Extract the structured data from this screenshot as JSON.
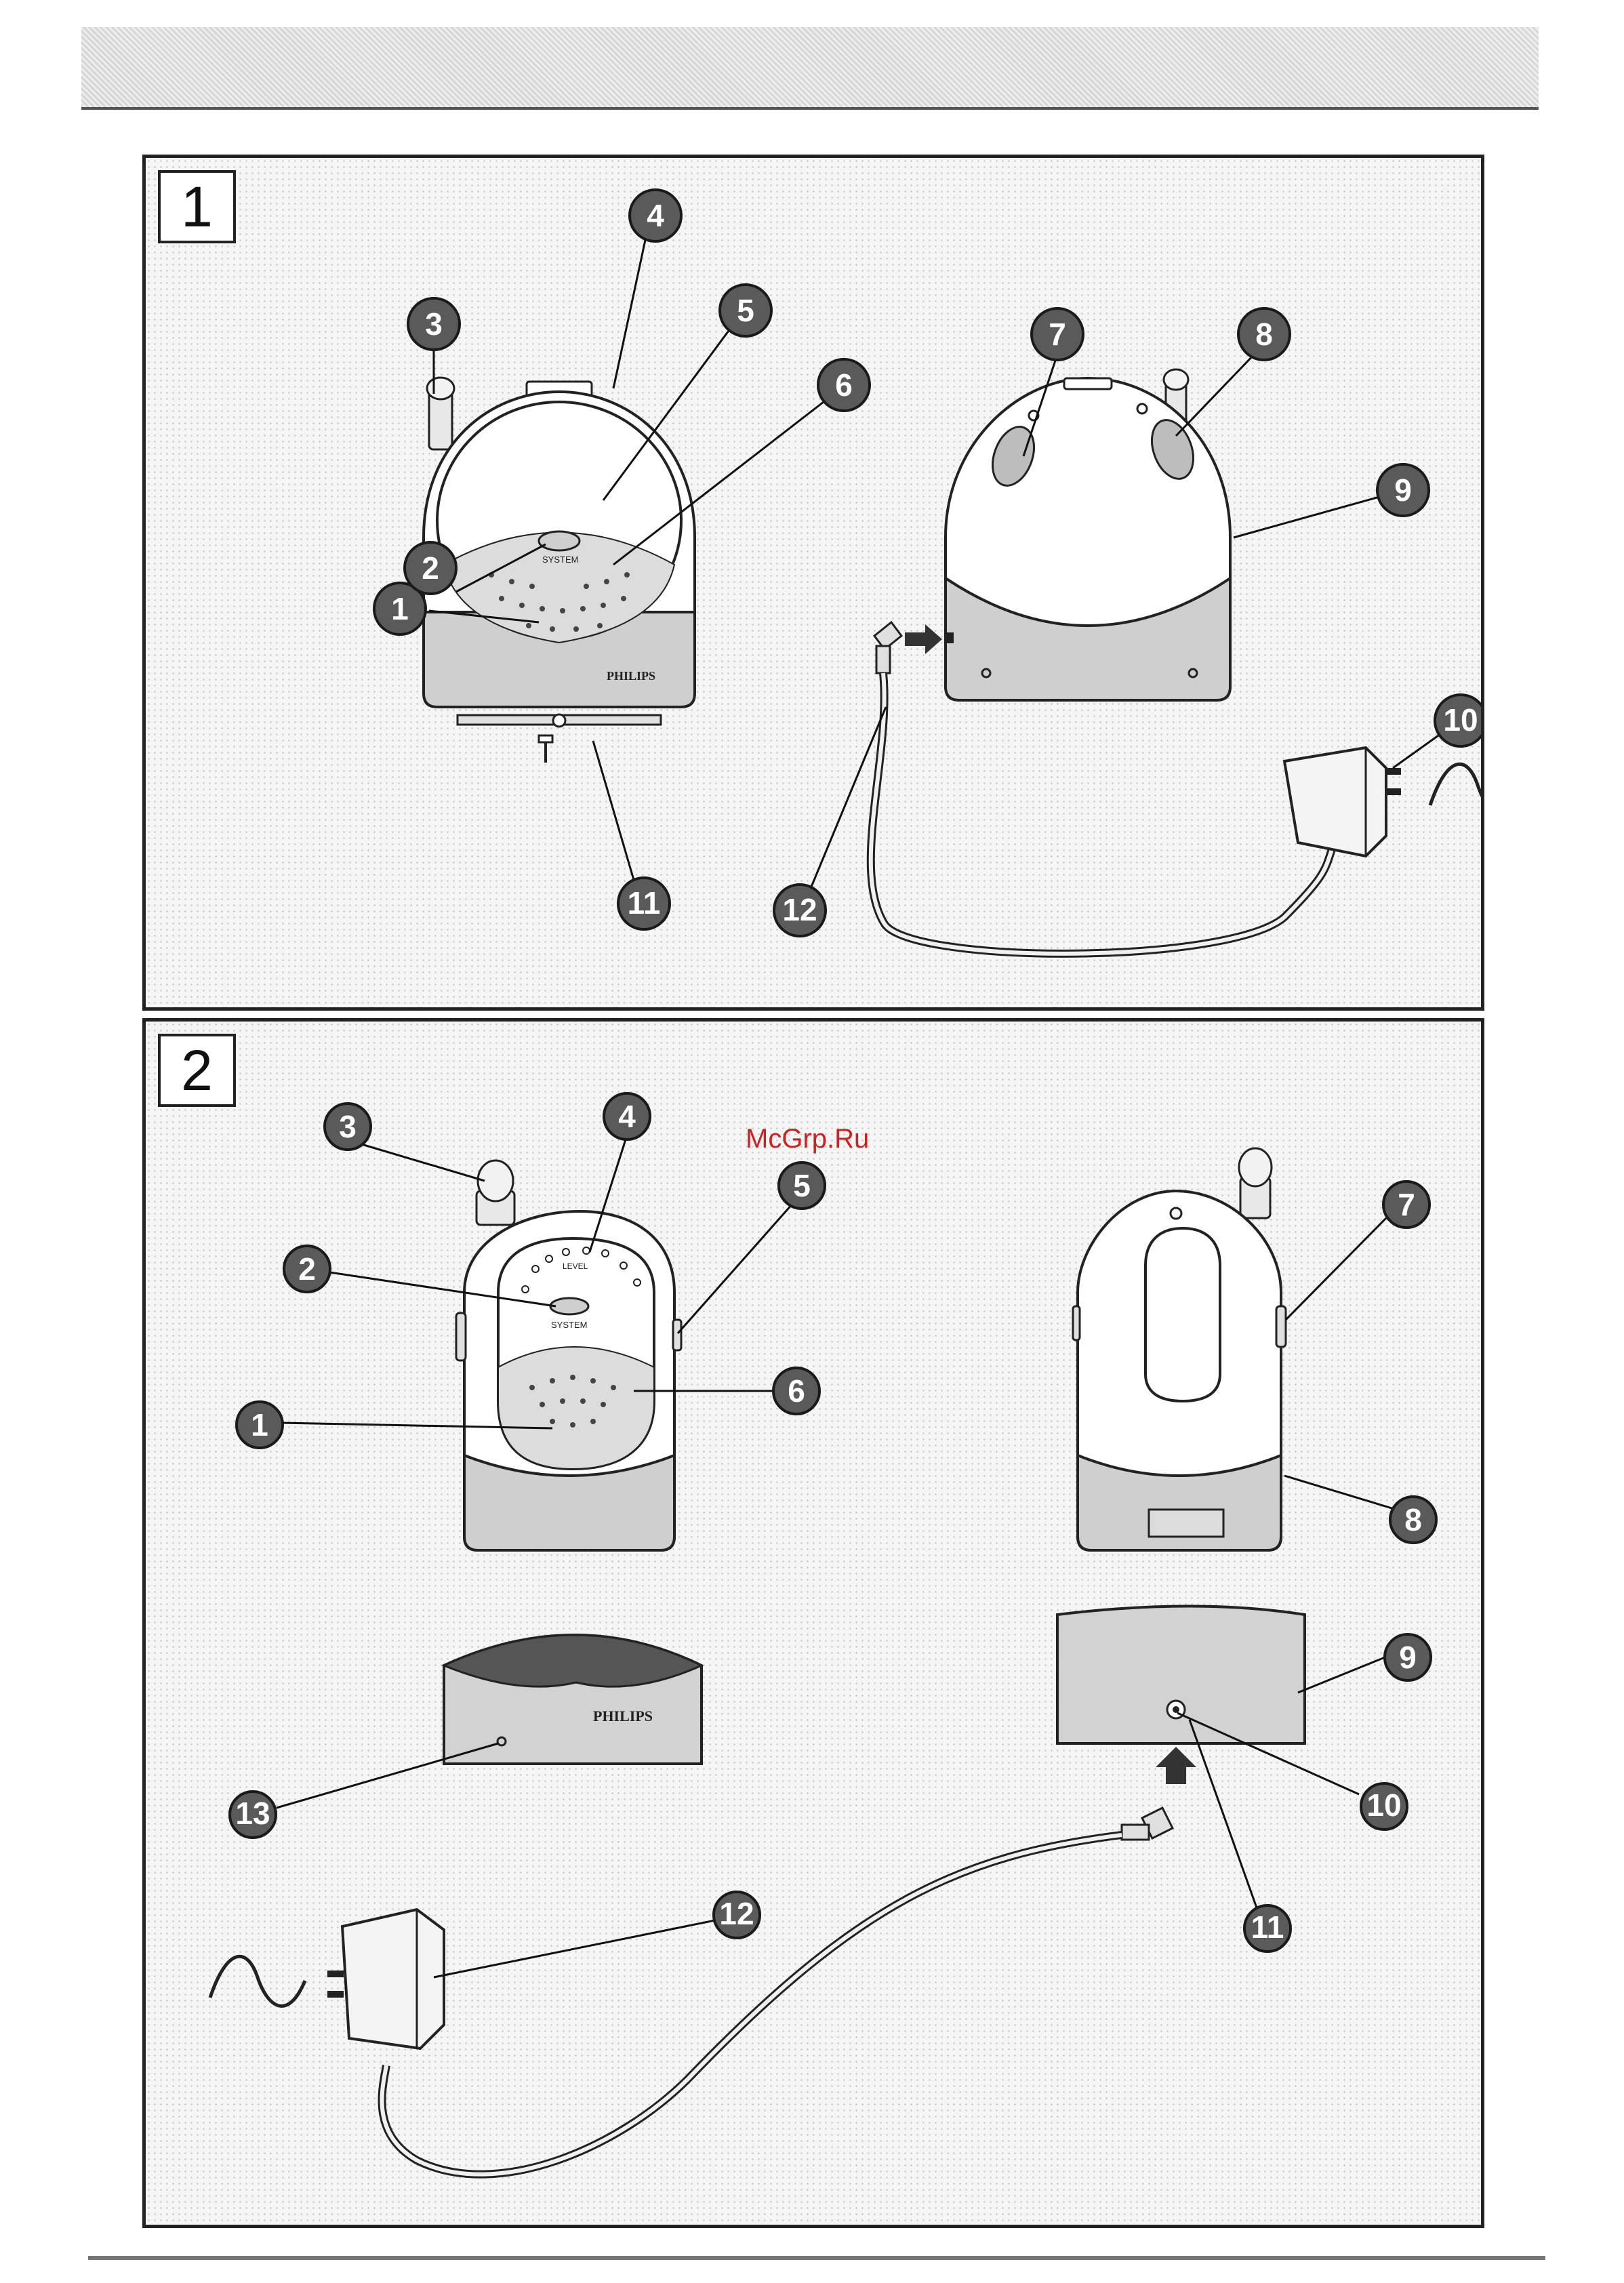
{
  "panels": [
    {
      "label": "1",
      "callouts": [
        "1",
        "2",
        "3",
        "4",
        "5",
        "6",
        "7",
        "8",
        "9",
        "10",
        "11",
        "12"
      ],
      "device_text": {
        "brand": "PHILIPS",
        "button": "SYSTEM"
      }
    },
    {
      "label": "2",
      "callouts": [
        "1",
        "2",
        "3",
        "4",
        "5",
        "6",
        "7",
        "8",
        "9",
        "10",
        "11",
        "12",
        "13"
      ],
      "device_text": {
        "brand": "PHILIPS",
        "button": "SYSTEM",
        "level": "LEVEL"
      }
    }
  ],
  "watermark": "McGrp.Ru",
  "colors": {
    "callout_fill": "#5a5a5a",
    "panel_border": "#222222",
    "watermark": "#cc2222"
  },
  "icons": [
    "ac-wave-icon",
    "arrow-right-icon",
    "arrow-up-icon"
  ]
}
